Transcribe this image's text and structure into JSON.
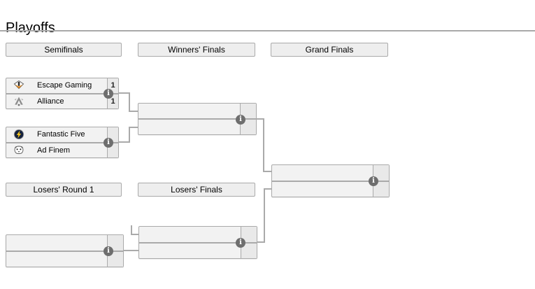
{
  "title": "Playoffs",
  "icons": {
    "info": "i"
  },
  "colors": {
    "border_gray": "#aaaaaa",
    "row_bg": "#f2f2f2",
    "score_bg": "#e9e9e9",
    "header_bg": "#eeeeee",
    "info_icon_bg": "#6e6e6e",
    "escape_accent": "#e0861a",
    "fantastic_five_bolt": "#f2c21c",
    "fantastic_five_bg": "#16233f"
  },
  "headers": {
    "semifinals": "Semifinals",
    "winners_finals": "Winners' Finals",
    "grand_finals": "Grand Finals",
    "losers_round1": "Losers' Round 1",
    "losers_finals": "Losers' Finals"
  },
  "matches": {
    "sf1": {
      "top": {
        "team": "Escape Gaming",
        "score": "1"
      },
      "bottom": {
        "team": "Alliance",
        "score": "1"
      }
    },
    "sf2": {
      "top": {
        "team": "Fantastic Five",
        "score": ""
      },
      "bottom": {
        "team": "Ad Finem",
        "score": ""
      }
    },
    "wf": {
      "top": {
        "team": "",
        "score": ""
      },
      "bottom": {
        "team": "",
        "score": ""
      }
    },
    "gf": {
      "top": {
        "team": "",
        "score": ""
      },
      "bottom": {
        "team": "",
        "score": ""
      }
    },
    "lr1": {
      "top": {
        "team": "",
        "score": ""
      },
      "bottom": {
        "team": "",
        "score": ""
      }
    },
    "lf": {
      "top": {
        "team": "",
        "score": ""
      },
      "bottom": {
        "team": "",
        "score": ""
      }
    }
  }
}
